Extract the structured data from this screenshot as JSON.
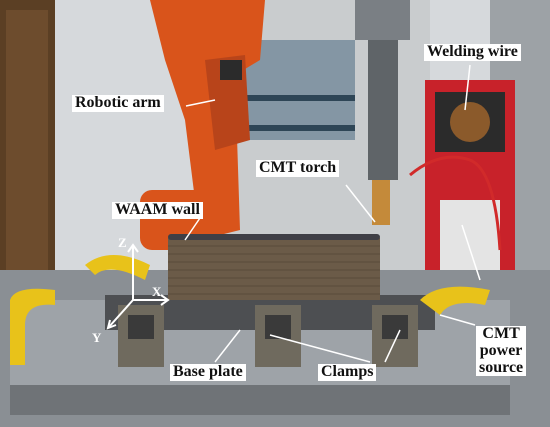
{
  "annotations": {
    "robotic_arm": "Robotic arm",
    "cmt_torch": "CMT torch",
    "welding_wire": "Welding wire",
    "waam_wall": "WAAM wall",
    "base_plate": "Base plate",
    "clamps": "Clamps",
    "cmt_power_source_line1": "CMT",
    "cmt_power_source_line2": "power",
    "cmt_power_source_line3": "source"
  },
  "axes": {
    "z": "Z",
    "y": "Y",
    "x": "X"
  },
  "colors": {
    "robot_orange": "#d9541b",
    "clamp_yellow": "#e8c21a",
    "power_source_red": "#c8222a",
    "table_gray": "#8a8f94",
    "background_wall": "#dcdfe2"
  }
}
